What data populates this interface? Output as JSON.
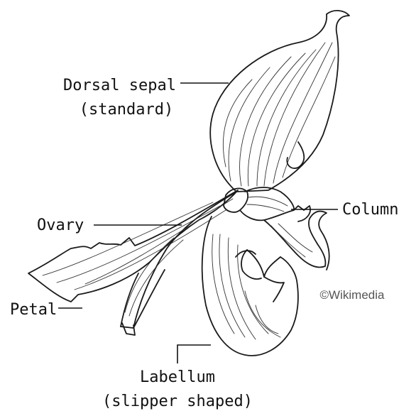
{
  "labels": {
    "dorsal_sepal": "Dorsal sepal",
    "dorsal_sepal_note": "(standard)",
    "ovary": "Ovary",
    "column": "Column",
    "petal": "Petal",
    "labellum": "Labellum",
    "labellum_note": "(slipper shaped)"
  },
  "credit": "©Wikimedia"
}
